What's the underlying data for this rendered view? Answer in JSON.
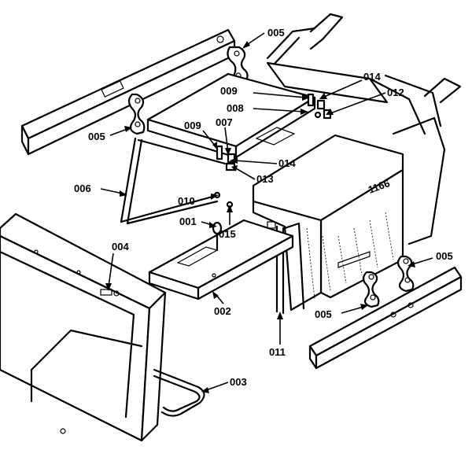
{
  "unit_marking": "1166",
  "callouts": [
    {
      "id": "c005a",
      "text": "005"
    },
    {
      "id": "c005b",
      "text": "005"
    },
    {
      "id": "c005c",
      "text": "005"
    },
    {
      "id": "c005d",
      "text": "005"
    },
    {
      "id": "c009a",
      "text": "009"
    },
    {
      "id": "c008",
      "text": "008"
    },
    {
      "id": "c014a",
      "text": "014"
    },
    {
      "id": "c012",
      "text": "012"
    },
    {
      "id": "c009b",
      "text": "009"
    },
    {
      "id": "c007",
      "text": "007"
    },
    {
      "id": "c014b",
      "text": "014"
    },
    {
      "id": "c013",
      "text": "013"
    },
    {
      "id": "c006",
      "text": "006"
    },
    {
      "id": "c010",
      "text": "010"
    },
    {
      "id": "c001",
      "text": "001"
    },
    {
      "id": "c015",
      "text": "015"
    },
    {
      "id": "c004",
      "text": "004"
    },
    {
      "id": "c002",
      "text": "002"
    },
    {
      "id": "c011",
      "text": "011"
    },
    {
      "id": "c003",
      "text": "003"
    }
  ]
}
